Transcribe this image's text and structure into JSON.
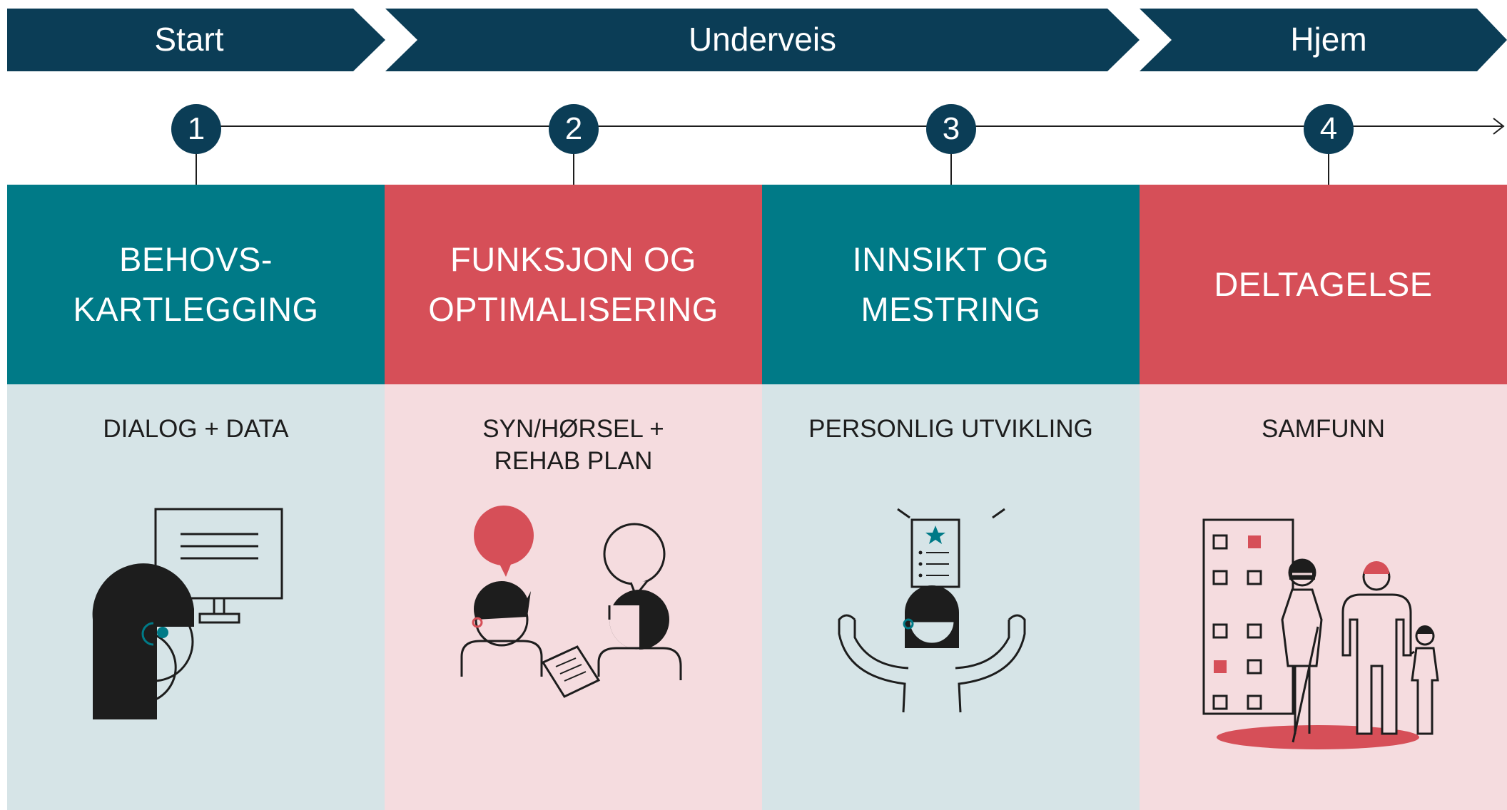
{
  "phases": [
    "Start",
    "Underveis",
    "Hjem"
  ],
  "steps": [
    "1",
    "2",
    "3",
    "4"
  ],
  "columns": [
    {
      "title": "BEHOVS-\nKARTLEGGING",
      "subtitle": "DIALOG + DATA"
    },
    {
      "title": "FUNKSJON OG\nOPTIMALISERING",
      "subtitle": "SYN/HØRSEL +\nREHAB PLAN"
    },
    {
      "title": "INNSIKT OG\nMESTRING",
      "subtitle": "PERSONLIG UTVIKLING"
    },
    {
      "title": "DELTAGELSE",
      "subtitle": "SAMFUNN"
    }
  ],
  "colors": {
    "navy": "#0b3d56",
    "teal": "#007a87",
    "red": "#d64f58",
    "teal_light": "#d6e4e7",
    "red_light": "#f5dcdf",
    "ink": "#1d1d1d"
  },
  "icons": [
    "computer-user-icon",
    "conversation-icon",
    "personal-growth-icon",
    "community-icon"
  ]
}
